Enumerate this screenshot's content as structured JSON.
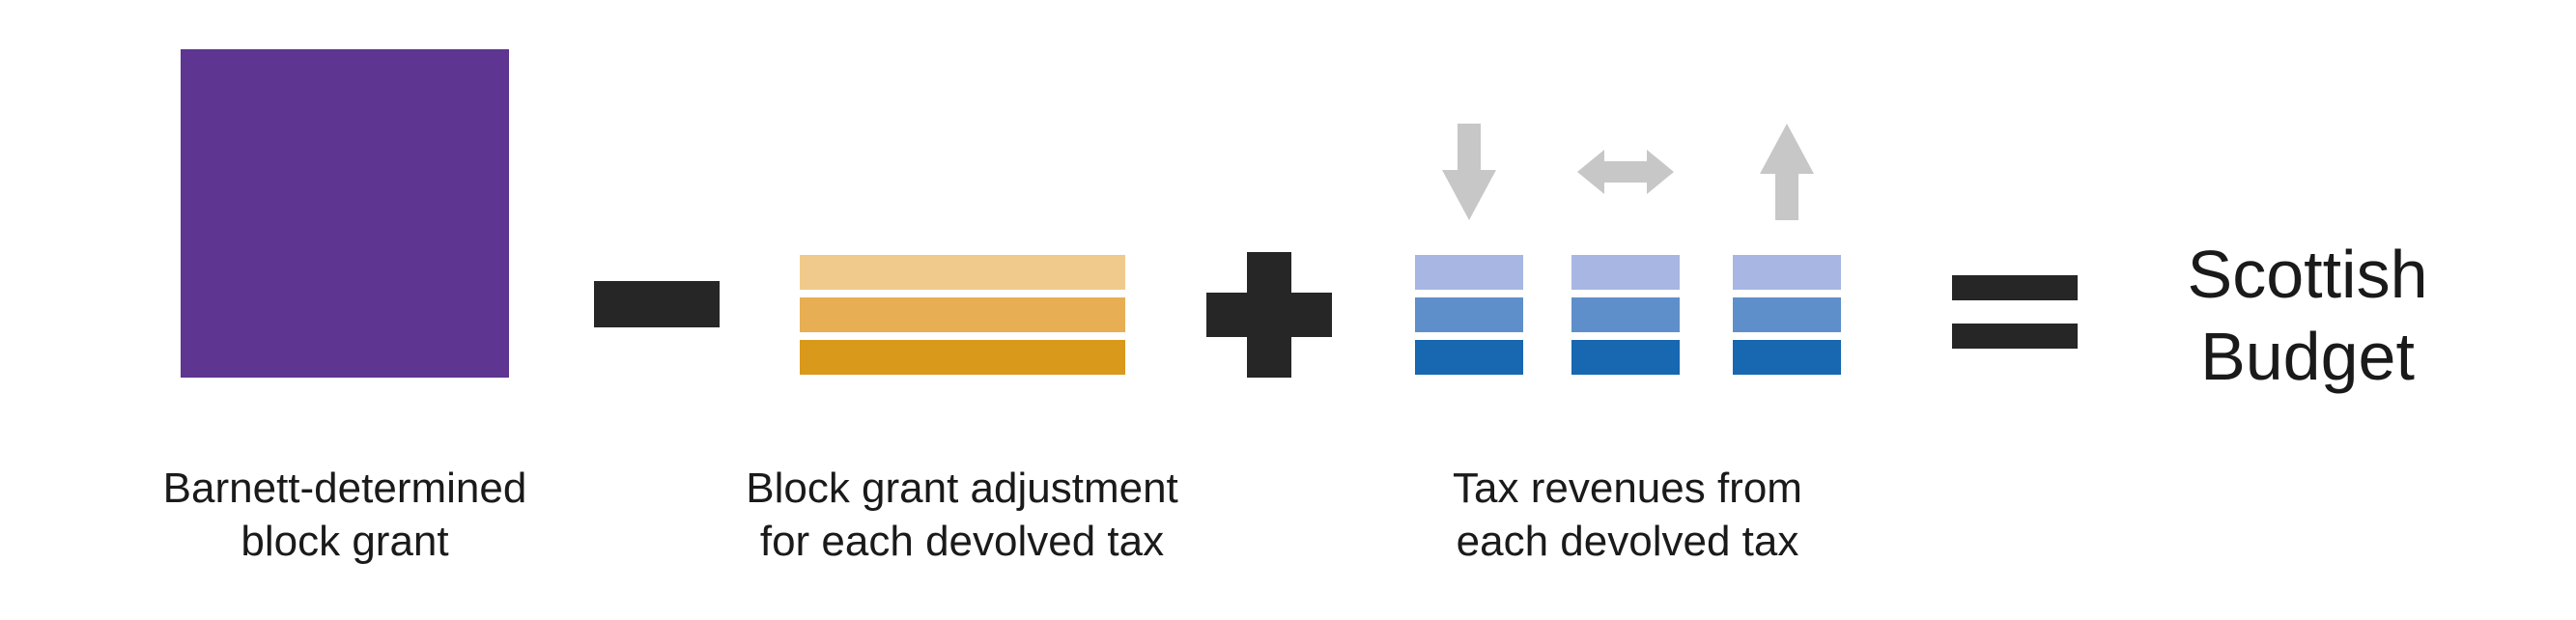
{
  "diagram": {
    "background": "#ffffff",
    "text_color": "#1a1a1a",
    "operator_color": "#262626",
    "operators": {
      "minus": "−",
      "plus": "+",
      "equals": "="
    },
    "terms": {
      "block_grant": {
        "color": "#5e3591",
        "label_line1": "Barnett-determined",
        "label_line2": "block grant"
      },
      "block_grant_adjustment": {
        "bar_colors": [
          "#f0ca8c",
          "#e7ae54",
          "#d9991b"
        ],
        "label_line1": "Block grant adjustment",
        "label_line2": "for each devolved tax"
      },
      "tax_revenues": {
        "bar_colors": [
          "#a7b6e3",
          "#5e8fca",
          "#1767b1"
        ],
        "arrow_color": "#c7c7c7",
        "arrow_icons": [
          "down-arrow",
          "left-right-arrow",
          "up-arrow"
        ],
        "label_line1": "Tax revenues from",
        "label_line2": "each devolved tax"
      },
      "result": {
        "label_line1": "Scottish",
        "label_line2": "Budget"
      }
    }
  }
}
